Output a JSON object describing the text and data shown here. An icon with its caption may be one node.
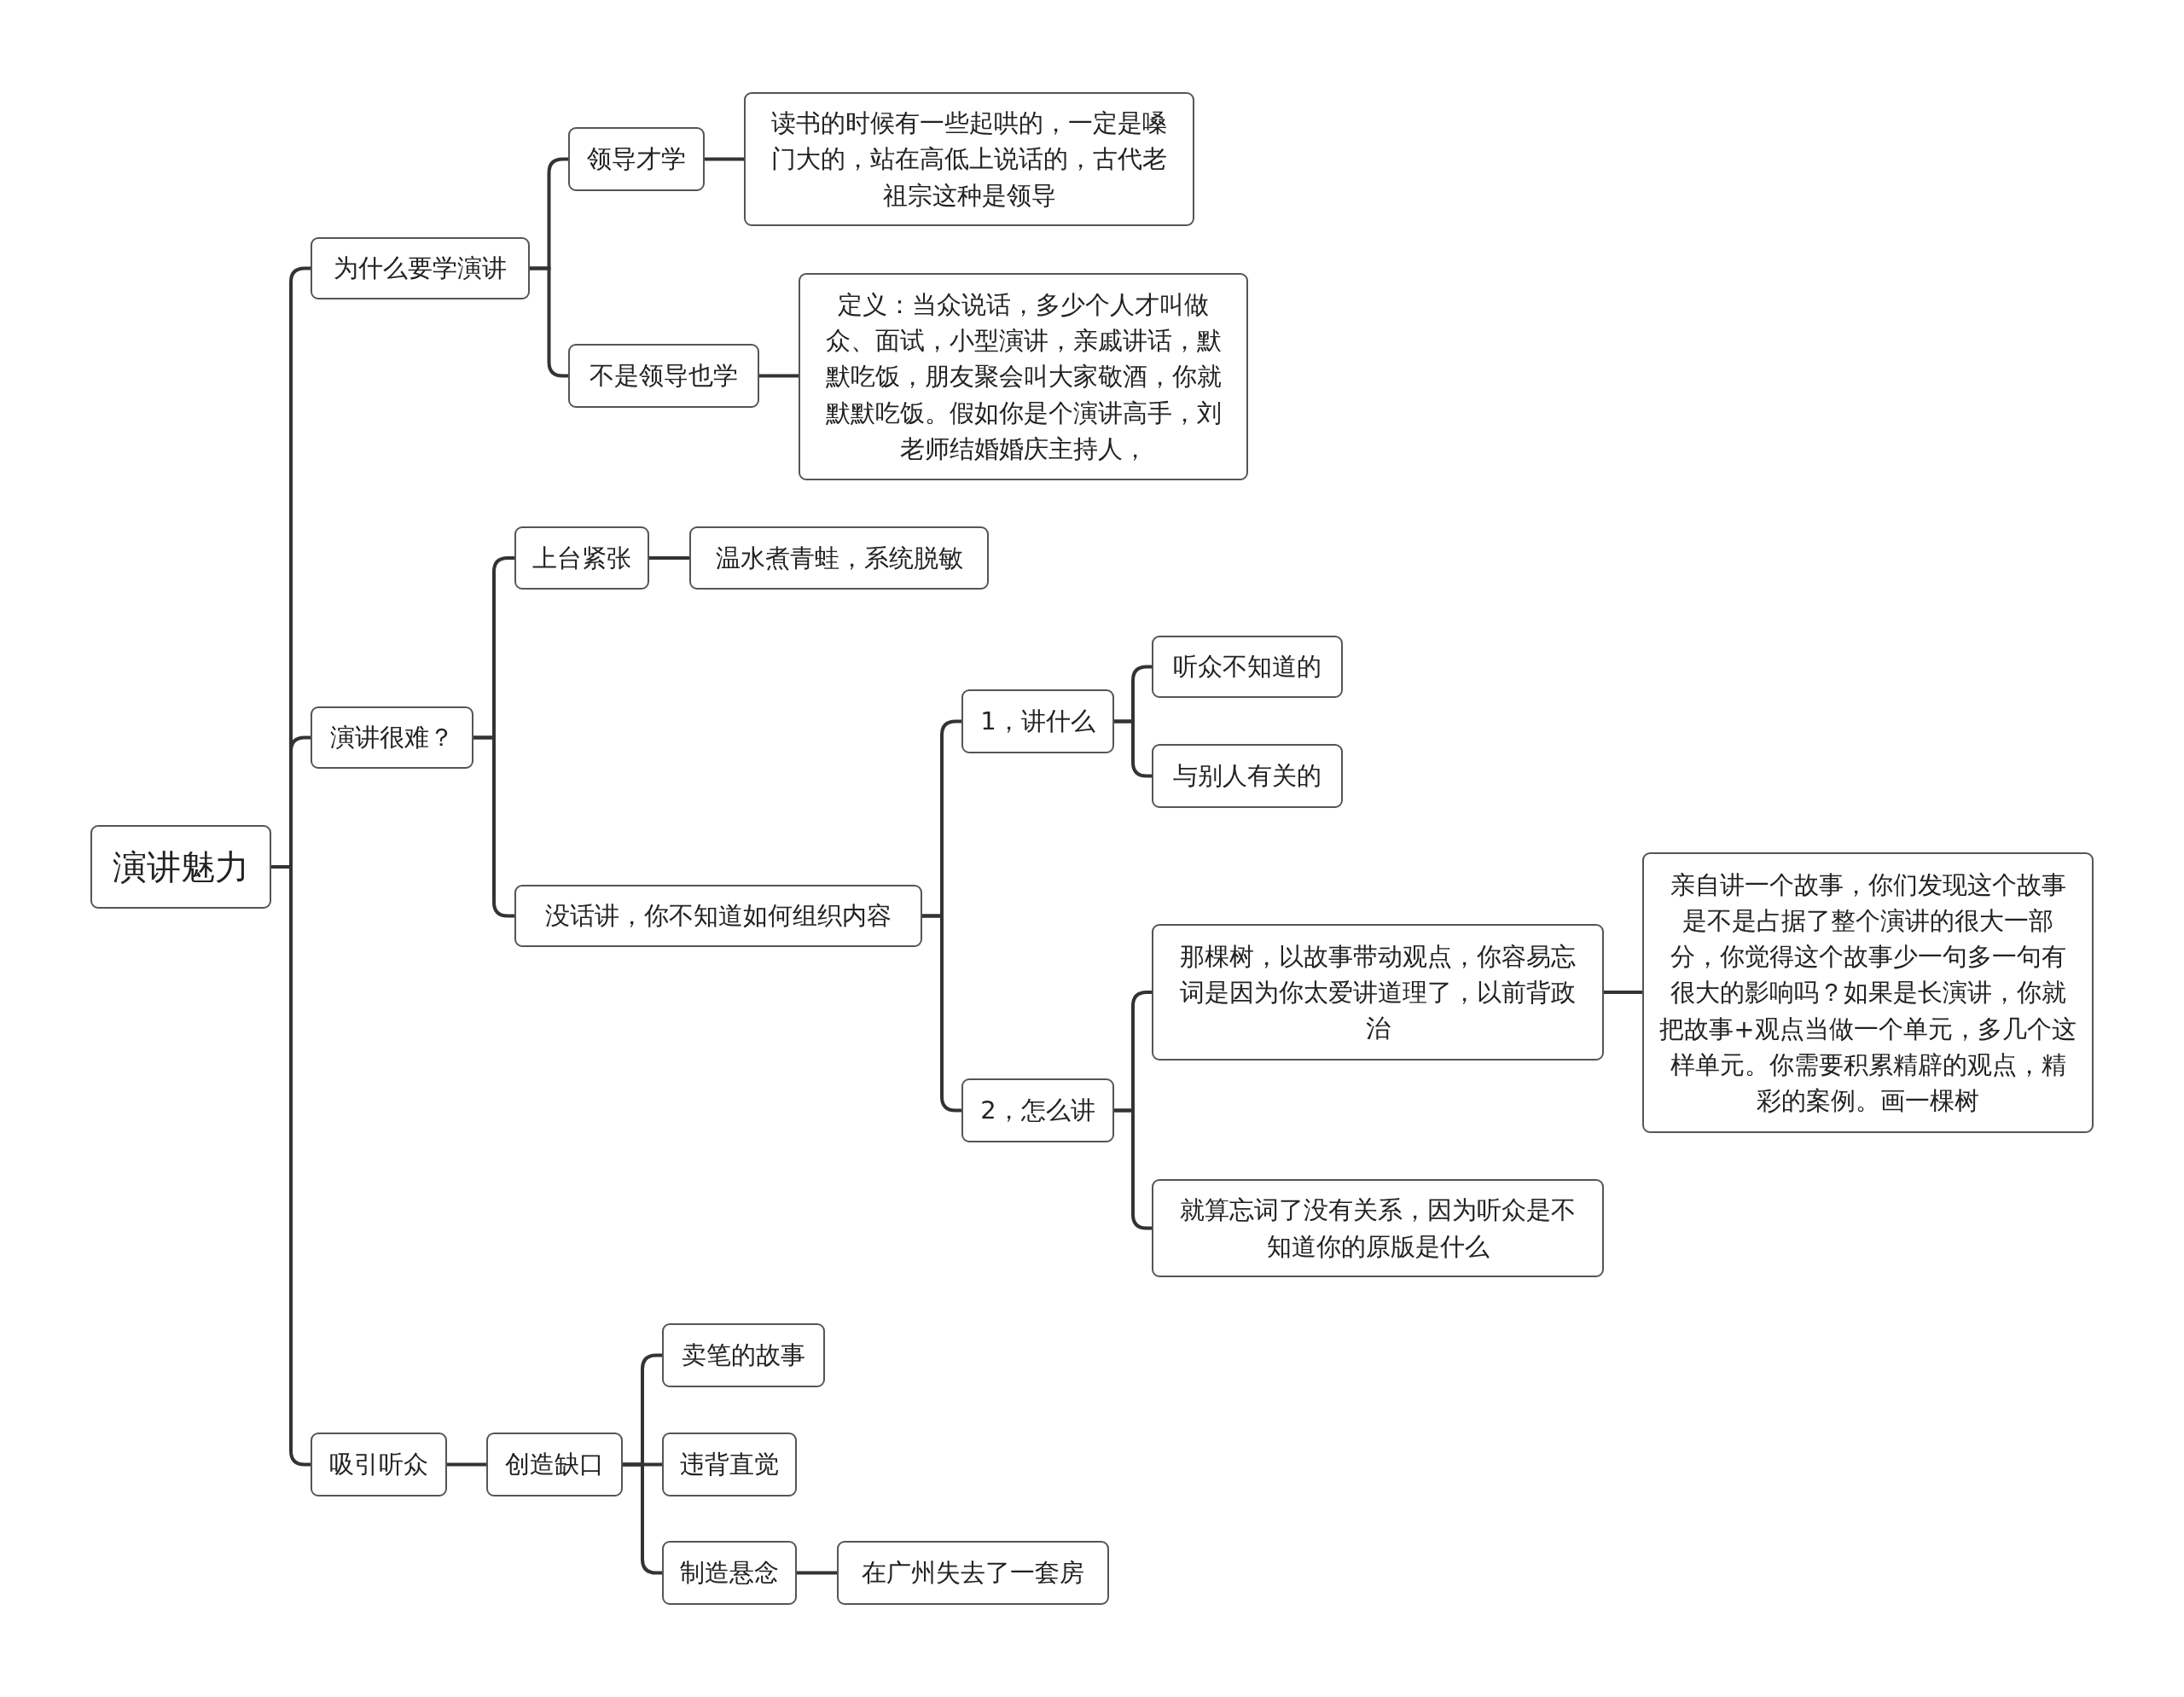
{
  "diagram": {
    "nodes": [
      {
        "text": [
          "演讲魅力"
        ]
      },
      {
        "text": [
          "为什么要学演讲"
        ]
      },
      {
        "text": [
          "领导才学"
        ]
      },
      {
        "text": [
          "读书的时候有一些起哄的，一定是嗓门大的，站在高低上说话的，古代老祖宗这种是领导"
        ]
      },
      {
        "text": [
          "不是领导也学"
        ]
      },
      {
        "text": [
          "定义：当众说话，多少个人才叫做众、面试，小型演讲，亲戚讲话，默默吃饭，朋友聚会叫大家敬酒，你就默默吃饭。假如你是个演讲高手，刘老师结婚婚庆主持人，"
        ]
      },
      {
        "text": [
          "演讲很难？"
        ]
      },
      {
        "text": [
          "上台紧张"
        ]
      },
      {
        "text": [
          "温水煮青蛙，系统脱敏"
        ]
      },
      {
        "text": [
          "没话讲，你不知道如何组织内容"
        ]
      },
      {
        "text": [
          "1，讲什么"
        ]
      },
      {
        "text": [
          "听众不知道的"
        ]
      },
      {
        "text": [
          "与别人有关的"
        ]
      },
      {
        "text": [
          "2，怎么讲"
        ]
      },
      {
        "text": [
          "那棵树，以故事带动观点，你容易忘词是因为你太爱讲道理了，以前背政治"
        ]
      },
      {
        "text": [
          "亲自讲一个故事，你们发现这个故事是不是占据了整个演讲的很大一部分，你觉得这个故事少一句多一句有很大的影响吗？如果是长演讲，你就把故事+观点当做一个单元，多几个这样单元。你需要积累精辟的观点，精彩的案例。画一棵树"
        ]
      },
      {
        "text": [
          "就算忘词了没有关系，因为听众是不知道你的原版是什么"
        ]
      },
      {
        "text": [
          "吸引听众"
        ]
      },
      {
        "text": [
          "创造缺口"
        ]
      },
      {
        "text": [
          "卖笔的故事"
        ]
      },
      {
        "text": [
          "违背直觉"
        ]
      },
      {
        "text": [
          "制造悬念"
        ]
      },
      {
        "text": [
          "在广州失去了一套房"
        ]
      }
    ],
    "edges": [
      {
        "from": 0,
        "to": 1,
        "arrow": "none"
      },
      {
        "from": 1,
        "to": 2,
        "arrow": "none"
      },
      {
        "from": 2,
        "to": 3,
        "arrow": "none"
      },
      {
        "from": 1,
        "to": 4,
        "arrow": "none"
      },
      {
        "from": 4,
        "to": 5,
        "arrow": "none"
      },
      {
        "from": 0,
        "to": 6,
        "arrow": "none"
      },
      {
        "from": 6,
        "to": 7,
        "arrow": "none"
      },
      {
        "from": 7,
        "to": 8,
        "arrow": "none"
      },
      {
        "from": 6,
        "to": 9,
        "arrow": "none"
      },
      {
        "from": 9,
        "to": 10,
        "arrow": "none"
      },
      {
        "from": 10,
        "to": 11,
        "arrow": "none"
      },
      {
        "from": 10,
        "to": 12,
        "arrow": "none"
      },
      {
        "from": 9,
        "to": 13,
        "arrow": "none"
      },
      {
        "from": 13,
        "to": 14,
        "arrow": "none"
      },
      {
        "from": 14,
        "to": 15,
        "arrow": "none"
      },
      {
        "from": 13,
        "to": 16,
        "arrow": "none"
      },
      {
        "from": 0,
        "to": 17,
        "arrow": "none"
      },
      {
        "from": 17,
        "to": 18,
        "arrow": "none"
      },
      {
        "from": 18,
        "to": 19,
        "arrow": "none"
      },
      {
        "from": 18,
        "to": 20,
        "arrow": "none"
      },
      {
        "from": 18,
        "to": 21,
        "arrow": "none"
      },
      {
        "from": 21,
        "to": 22,
        "arrow": "none"
      }
    ]
  }
}
